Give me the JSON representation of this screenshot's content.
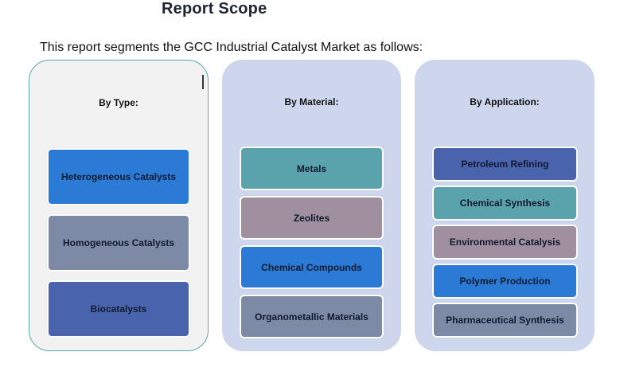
{
  "header": {
    "title": "Report Scope",
    "intro": "This report segments the GCC Industrial Catalyst Market as follows:"
  },
  "colors": {
    "type_panel_bg": "#f2f2f2",
    "type_panel_border": "#5aa5a8",
    "material_panel_bg": "#cdd6ec",
    "application_panel_bg": "#cdd6ec",
    "blue": "#2b7bd6",
    "slate": "#7d8aa6",
    "indigo": "#4a63ad",
    "teal": "#5aa3ad",
    "mauve": "#9f8f9f"
  },
  "panels": [
    {
      "heading": "By Type:",
      "items": [
        {
          "label": "Heterogeneous Catalysts",
          "color": "blue"
        },
        {
          "label": "Homogeneous Catalysts",
          "color": "slate"
        },
        {
          "label": "Biocatalysts",
          "color": "indigo"
        }
      ]
    },
    {
      "heading": "By Material:",
      "items": [
        {
          "label": "Metals",
          "color": "teal"
        },
        {
          "label": "Zeolites",
          "color": "mauve"
        },
        {
          "label": "Chemical Compounds",
          "color": "blue"
        },
        {
          "label": "Organometallic Materials",
          "color": "slate"
        }
      ]
    },
    {
      "heading": "By Application:",
      "items": [
        {
          "label": "Petroleum Refining",
          "color": "indigo"
        },
        {
          "label": "Chemical Synthesis",
          "color": "teal"
        },
        {
          "label": "Environmental Catalysis",
          "color": "mauve"
        },
        {
          "label": "Polymer Production",
          "color": "blue"
        },
        {
          "label": "Pharmaceutical Synthesis",
          "color": "slate"
        }
      ]
    }
  ]
}
